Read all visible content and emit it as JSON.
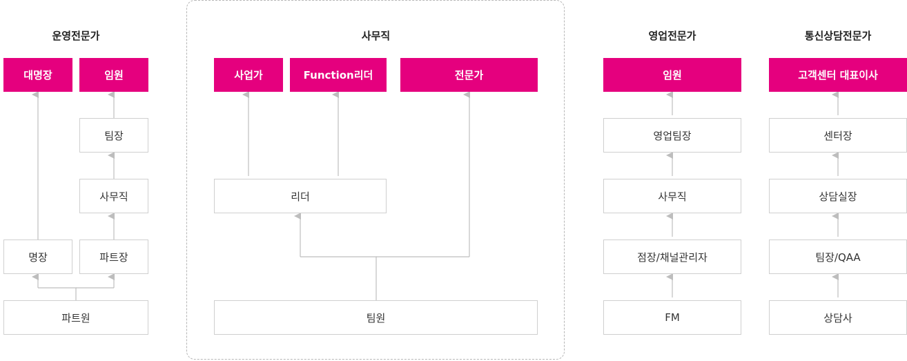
{
  "sections": {
    "ops": {
      "title": "운영전문가"
    },
    "office": {
      "title": "사무직"
    },
    "sales": {
      "title": "영업전문가"
    },
    "cs": {
      "title": "통신상담전문가"
    }
  },
  "ops": {
    "exec_store": "대명장",
    "exec": "임원",
    "team_lead": "팀장",
    "office_job": "사무직",
    "master": "명장",
    "part_lead": "파트장",
    "part_member": "파트원"
  },
  "office": {
    "business": "사업가",
    "function_leader": "Function리더",
    "expert": "전문가",
    "leader": "리더",
    "team_member": "팀원"
  },
  "sales": {
    "exec": "임원",
    "sales_lead": "영업팀장",
    "office_job": "사무직",
    "store_mgr": "점장/채널관리자",
    "fm": "FM"
  },
  "cs": {
    "ceo": "고객센터 대표이사",
    "center_head": "센터장",
    "room_head": "상담실장",
    "team_qaa": "팀장/QAA",
    "agent": "상담사"
  },
  "colors": {
    "accent": "#e5007e",
    "arrow": "#bdbdbd",
    "border": "#cfcfcf"
  }
}
